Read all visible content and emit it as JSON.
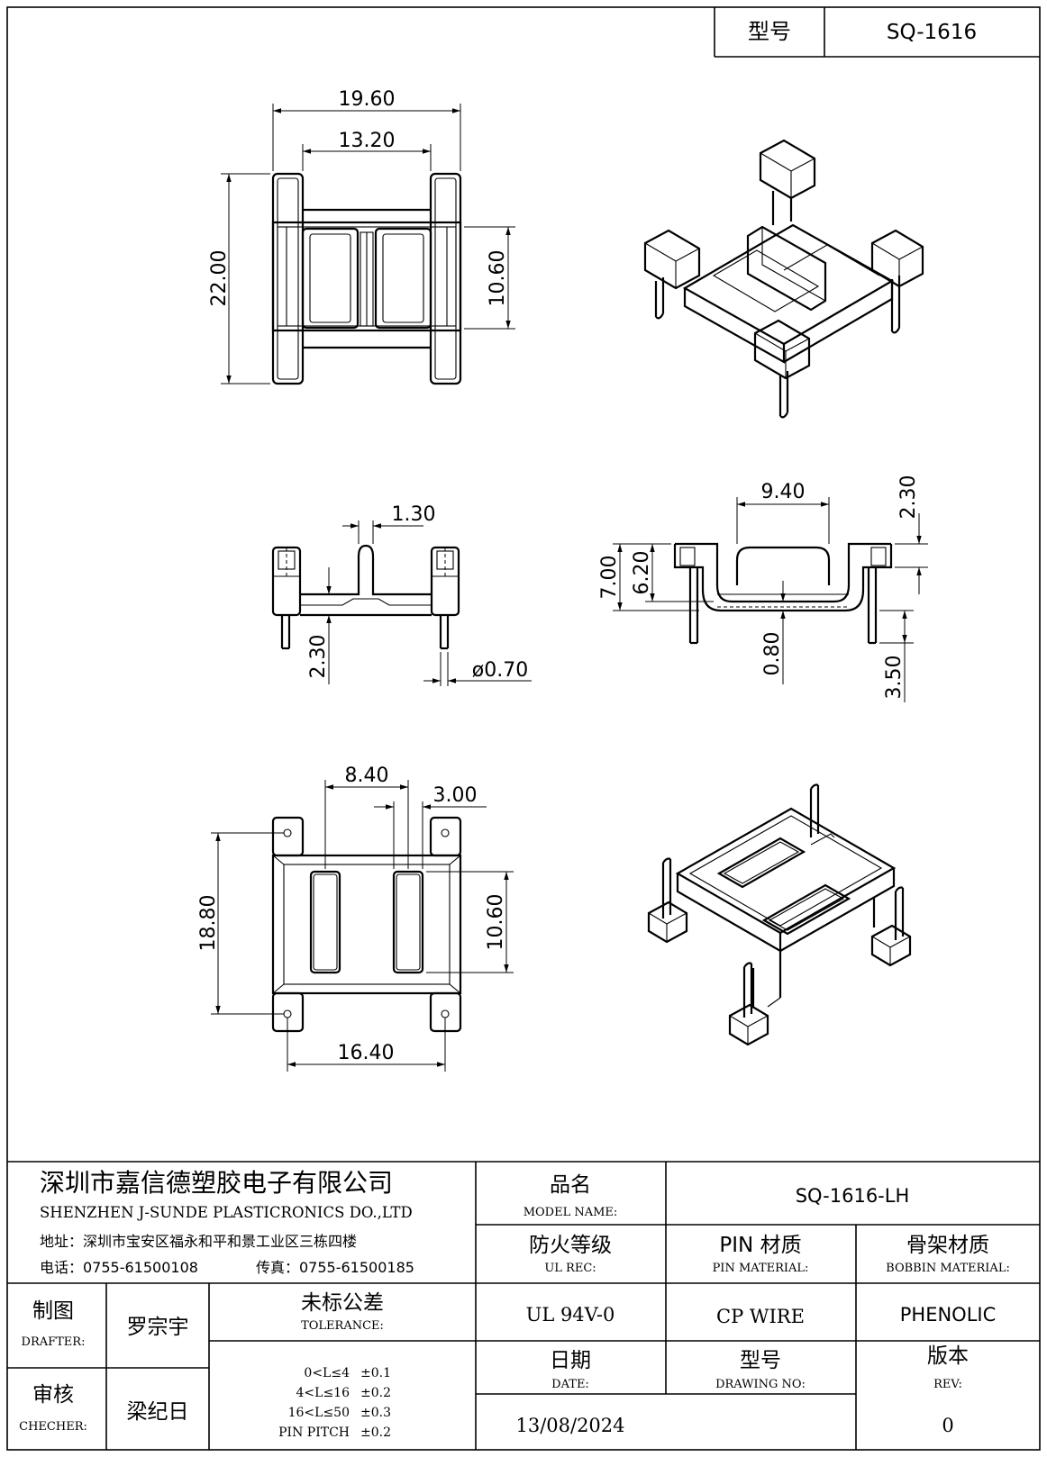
{
  "header": {
    "model_label": "型号",
    "model_value": "SQ-1616"
  },
  "dimensions": {
    "top_width_outer": "19.60",
    "top_width_inner": "13.20",
    "top_height": "22.00",
    "top_window": "10.60",
    "side_slot": "1.30",
    "side_base": "2.30",
    "pin_dia": "ø0.70",
    "front_width": "9.40",
    "front_top": "2.30",
    "front_height": "7.00",
    "front_inner": "6.20",
    "front_floor": "0.80",
    "front_pin": "3.50",
    "bottom_gap": "8.40",
    "bottom_slot": "3.00",
    "bottom_height": "18.80",
    "bottom_window": "10.60",
    "bottom_width": "16.40"
  },
  "title_block": {
    "company_cn": "深圳市嘉信德塑胶电子有限公司",
    "company_en": "SHENZHEN J-SUNDE PLASTICRONICS DO.,LTD",
    "address": "地址：深圳市宝安区福永和平和景工业区三栋四楼",
    "phone": "电话：0755-61500108",
    "fax": "传真：0755-61500185",
    "model_name_cn": "品名",
    "model_name_en": "MODEL NAME:",
    "model_name_value": "SQ-1616-LH",
    "ul_cn": "防火等级",
    "ul_en": "UL REC:",
    "ul_value": "UL 94V-0",
    "pin_mat_cn": "PIN 材质",
    "pin_mat_en": "PIN MATERIAL:",
    "pin_mat_value": "CP WIRE",
    "bobbin_mat_cn": "骨架材质",
    "bobbin_mat_en": "BOBBIN MATERIAL:",
    "bobbin_mat_value": "PHENOLIC",
    "drafter_cn": "制图",
    "drafter_en": "DRAFTER:",
    "drafter_value": "罗宗宇",
    "checker_cn": "审核",
    "checker_en": "CHECHER:",
    "checker_value": "梁纪日",
    "tolerance_cn": "未标公差",
    "tolerance_en": "TOLERANCE:",
    "tolerances": [
      {
        "range": "0<L≤4",
        "value": "±0.1"
      },
      {
        "range": "4<L≤16",
        "value": "±0.2"
      },
      {
        "range": "16<L≤50",
        "value": "±0.3"
      },
      {
        "range": "PIN PITCH",
        "value": "±0.2"
      }
    ],
    "date_cn": "日期",
    "date_en": "DATE:",
    "date_value": "13/08/2024",
    "drawing_no_cn": "型号",
    "drawing_no_en": "DRAWING NO:",
    "rev_cn": "版本",
    "rev_en": "REV:",
    "rev_value": "0"
  }
}
